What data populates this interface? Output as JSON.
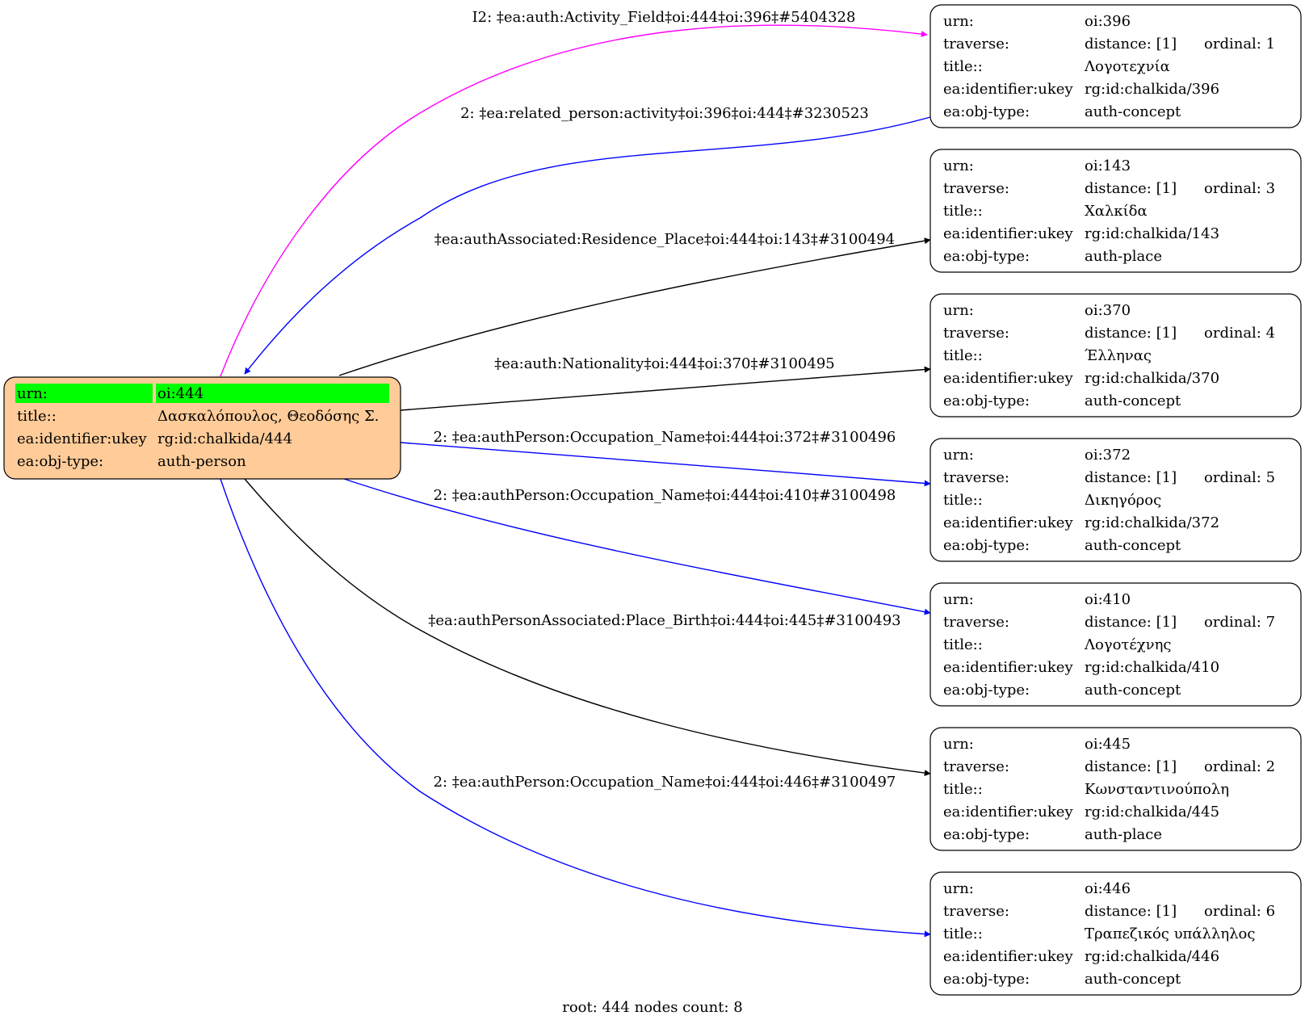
{
  "colors": {
    "root_fill": "#ffcc99",
    "root_highlight": "#00ff00",
    "edge_magenta": "#ff00ff",
    "edge_blue": "#0000ff",
    "edge_black": "#000000"
  },
  "root": {
    "rows": [
      {
        "key": "urn:",
        "value": "oi:444"
      },
      {
        "key": "title::",
        "value": "Δασκαλόπουλος, Θεοδόσης Σ."
      },
      {
        "key": "ea:identifier:ukey",
        "value": "rg:id:chalkida/444"
      },
      {
        "key": "ea:obj-type:",
        "value": "auth-person"
      }
    ]
  },
  "nodes": [
    {
      "urn": "oi:396",
      "distance": "distance: [1]",
      "ordinal": "ordinal: 1",
      "title": "Λογοτεχνία",
      "ukey": "rg:id:chalkida/396",
      "type": "auth-concept"
    },
    {
      "urn": "oi:143",
      "distance": "distance: [1]",
      "ordinal": "ordinal: 3",
      "title": "Χαλκίδα",
      "ukey": "rg:id:chalkida/143",
      "type": "auth-place"
    },
    {
      "urn": "oi:370",
      "distance": "distance: [1]",
      "ordinal": "ordinal: 4",
      "title": "Έλληνας",
      "ukey": "rg:id:chalkida/370",
      "type": "auth-concept"
    },
    {
      "urn": "oi:372",
      "distance": "distance: [1]",
      "ordinal": "ordinal: 5",
      "title": "Δικηγόρος",
      "ukey": "rg:id:chalkida/372",
      "type": "auth-concept"
    },
    {
      "urn": "oi:410",
      "distance": "distance: [1]",
      "ordinal": "ordinal: 7",
      "title": "Λογοτέχνης",
      "ukey": "rg:id:chalkida/410",
      "type": "auth-concept"
    },
    {
      "urn": "oi:445",
      "distance": "distance: [1]",
      "ordinal": "ordinal: 2",
      "title": "Κωνσταντινούπολη",
      "ukey": "rg:id:chalkida/445",
      "type": "auth-place"
    },
    {
      "urn": "oi:446",
      "distance": "distance: [1]",
      "ordinal": "ordinal: 6",
      "title": "Τραπεζικός υπάλληλος",
      "ukey": "rg:id:chalkida/446",
      "type": "auth-concept"
    }
  ],
  "node_keys": {
    "urn": "urn:",
    "traverse": "traverse:",
    "title": "title::",
    "ukey": "ea:identifier:ukey",
    "type": "ea:obj-type:"
  },
  "edges": [
    {
      "label": "I2: ‡ea:auth:Activity_Field‡oi:444‡oi:396‡#5404328",
      "color": "magenta",
      "direction": "root-to-node"
    },
    {
      "label": "2: ‡ea:related_person:activity‡oi:396‡oi:444‡#3230523",
      "color": "blue",
      "direction": "node-to-root"
    },
    {
      "label": "‡ea:authAssociated:Residence_Place‡oi:444‡oi:143‡#3100494",
      "color": "black",
      "direction": "root-to-node"
    },
    {
      "label": "‡ea:auth:Nationality‡oi:444‡oi:370‡#3100495",
      "color": "black",
      "direction": "root-to-node"
    },
    {
      "label": "2: ‡ea:authPerson:Occupation_Name‡oi:444‡oi:372‡#3100496",
      "color": "blue",
      "direction": "root-to-node"
    },
    {
      "label": "2: ‡ea:authPerson:Occupation_Name‡oi:444‡oi:410‡#3100498",
      "color": "blue",
      "direction": "root-to-node"
    },
    {
      "label": "‡ea:authPersonAssociated:Place_Birth‡oi:444‡oi:445‡#3100493",
      "color": "black",
      "direction": "root-to-node"
    },
    {
      "label": "2: ‡ea:authPerson:Occupation_Name‡oi:444‡oi:446‡#3100497",
      "color": "blue",
      "direction": "root-to-node"
    }
  ],
  "caption": "root: 444 nodes count: 8"
}
